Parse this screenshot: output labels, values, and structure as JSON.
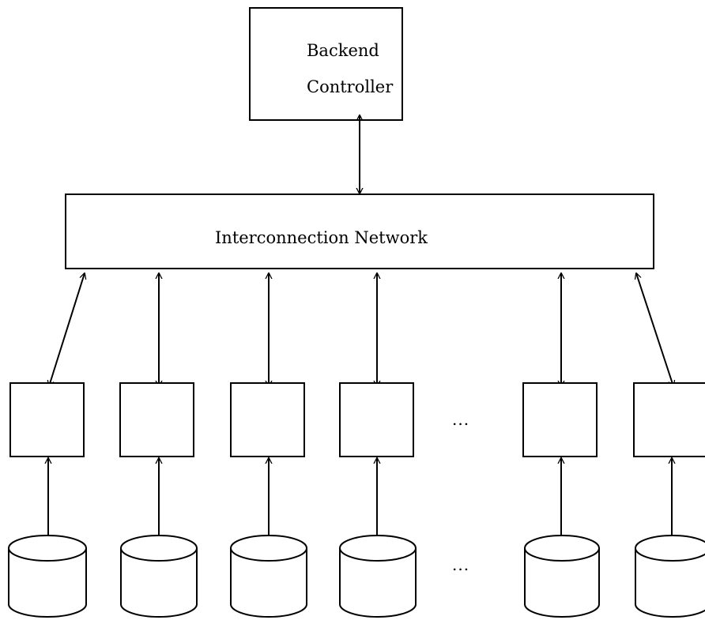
{
  "controller": {
    "line1": "Backend",
    "line2": "Controller"
  },
  "network": {
    "label": "Interconnection Network"
  },
  "processors": {
    "ellipsis": "..."
  },
  "disks": {
    "ellipsis": "..."
  },
  "colors": {
    "stroke": "#000000",
    "background": "#ffffff"
  }
}
